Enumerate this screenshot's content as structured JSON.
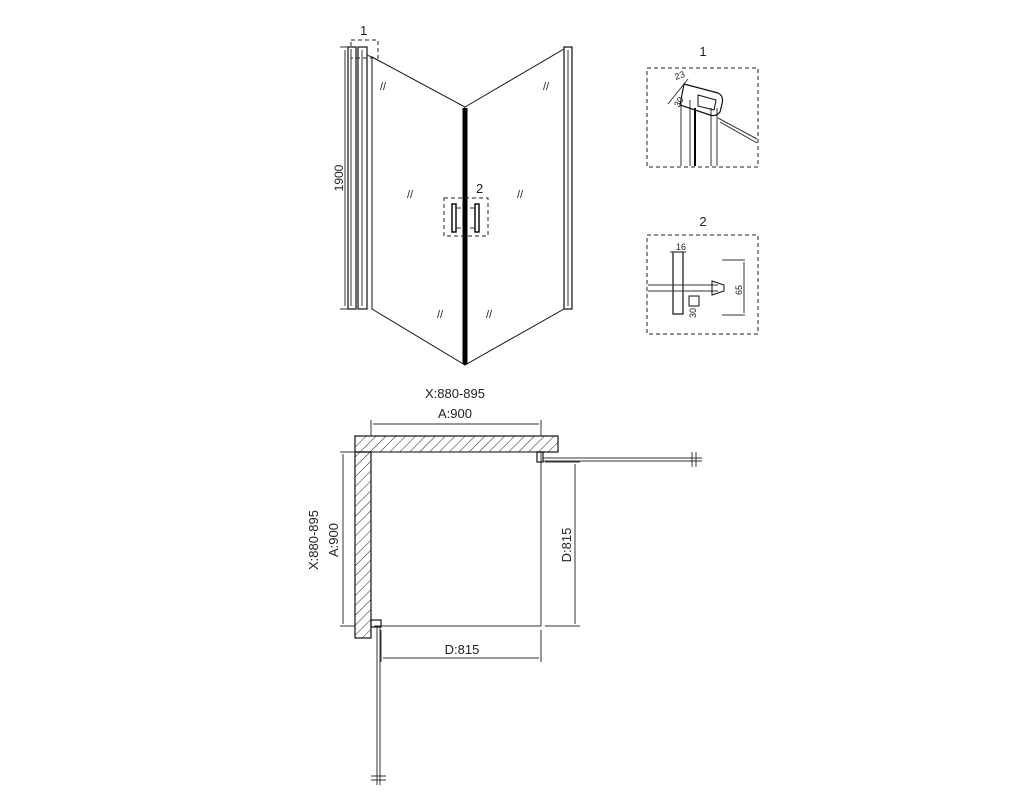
{
  "elevation": {
    "height_label": "1900",
    "callout_1": "1",
    "callout_2": "2",
    "glass_marks": "//"
  },
  "detail_1": {
    "number": "1",
    "dim_a": "23",
    "dim_b": "30"
  },
  "detail_2": {
    "number": "2",
    "dim_top": "16",
    "dim_side": "65",
    "dim_bottom": "30"
  },
  "plan": {
    "x_top": "X:880-895",
    "a_top": "A:900",
    "x_left": "X:880-895",
    "a_left": "A:900",
    "d_right": "D:815",
    "d_bottom": "D:815"
  }
}
